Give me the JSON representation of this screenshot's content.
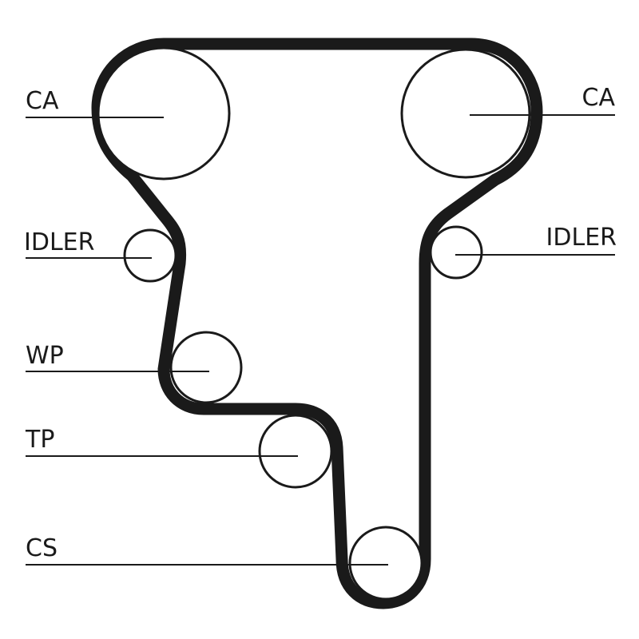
{
  "colors": {
    "ink": "#1a1a1a",
    "background": "#ffffff"
  },
  "components": {
    "cam_left": "CA",
    "cam_right": "CA",
    "idler_left": "IDLER",
    "idler_right": "IDLER",
    "water_pump": "WP",
    "tensioner": "TP",
    "crankshaft": "CS"
  }
}
